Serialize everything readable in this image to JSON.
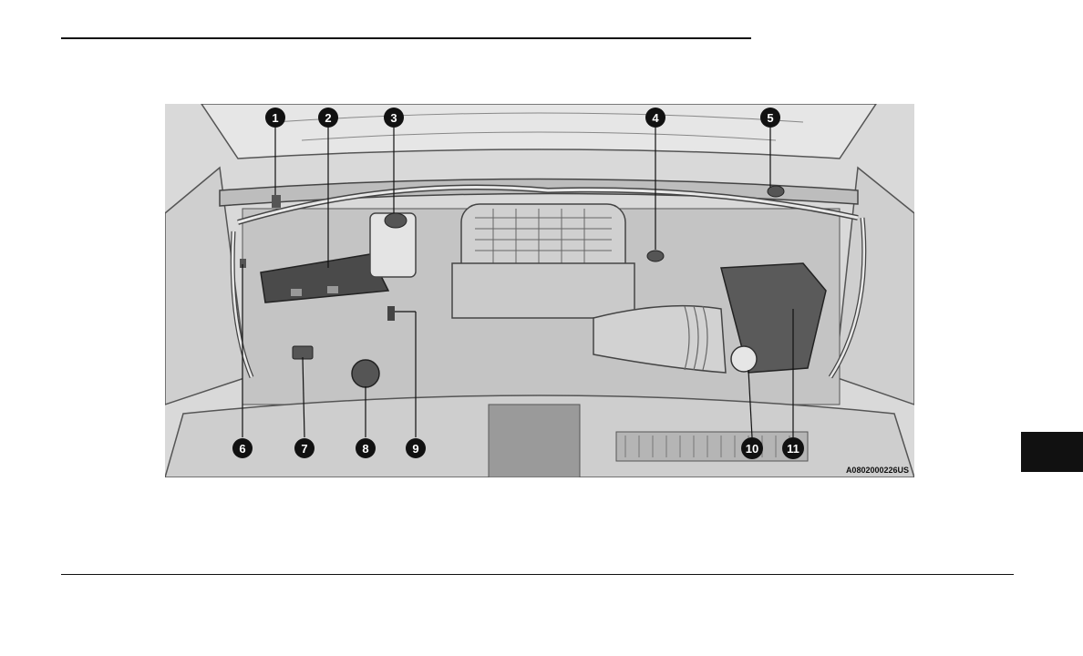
{
  "figure": {
    "id": "A0802000226US",
    "callouts": [
      "1",
      "2",
      "3",
      "4",
      "5",
      "6",
      "7",
      "8",
      "9",
      "10",
      "11"
    ]
  },
  "colors": {
    "rule": "#111111",
    "thumb_tab": "#111111",
    "illustration_bg": "#d8d8d8",
    "callout_fill": "#111111"
  }
}
